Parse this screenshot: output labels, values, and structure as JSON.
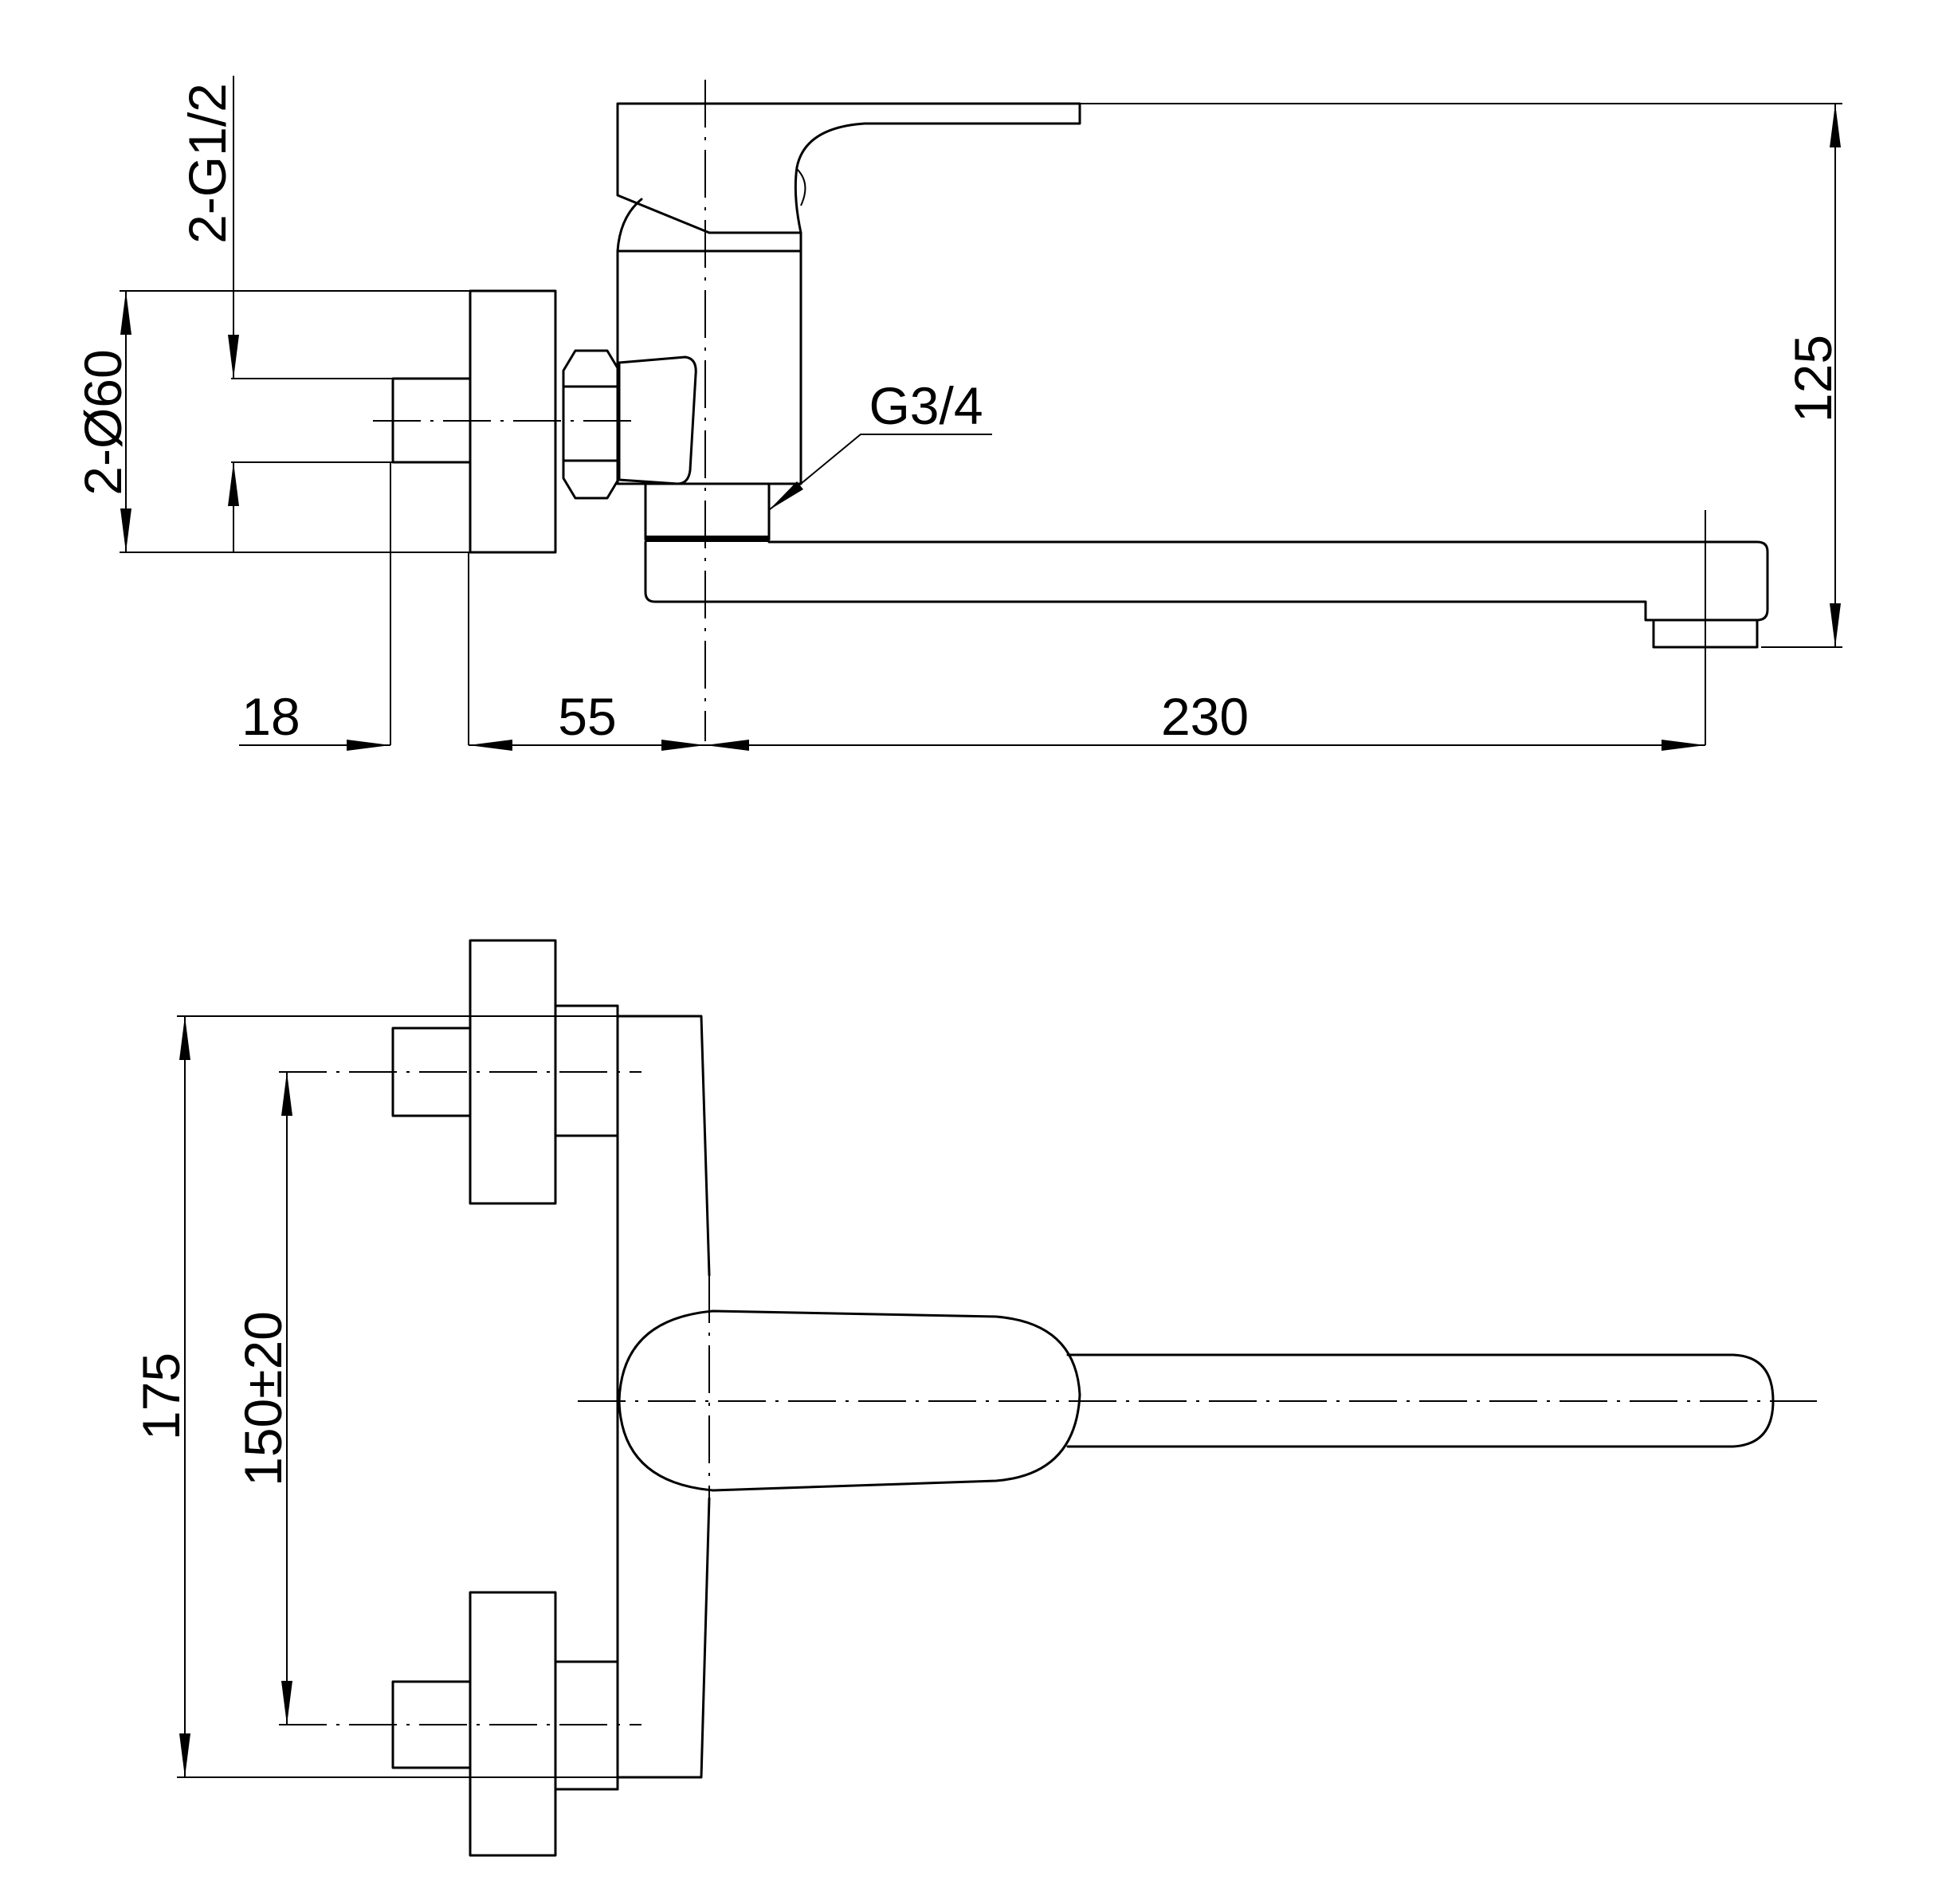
{
  "dimensions": {
    "inlet_thread": "2-G1/2",
    "escutcheon_diameter": "2-Ø60",
    "outlet_thread": "G3/4",
    "height": "125",
    "dim_18": "18",
    "dim_55": "55",
    "spout_reach": "230",
    "overall_width": "175",
    "center_distance": "150±20"
  }
}
